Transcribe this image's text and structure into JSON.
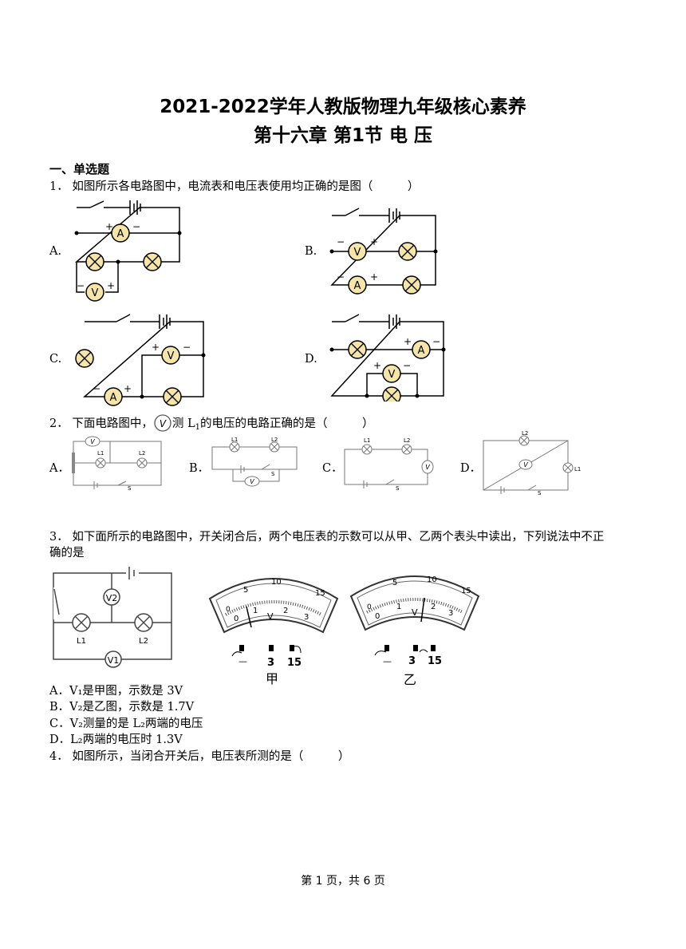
{
  "title_line1": "2021-2022学年人教版物理九年级核心素养",
  "title_line2": "第十六章 第1节 电 压",
  "section1": "一、单选题",
  "q1": {
    "stem": "1．  如图所示各电路图中，电流表和电压表使用均正确的是图（　　　）",
    "options": [
      "A.",
      "B.",
      "C.",
      "D."
    ]
  },
  "q2": {
    "stem_pre": "2．  下面电路图中，",
    "stem_post": "测 L",
    "stem_sub": "1",
    "stem_end": "的电压的电路正确的是（　　　）",
    "options": [
      "A．",
      "B．",
      "C．",
      "D．"
    ]
  },
  "q3": {
    "stem_line1": "3．  如下面所示的电路图中，开关闭合后，两个电压表的示数可以从甲、乙两个表头中读出，下列说法中不正",
    "stem_line2": "确的是",
    "meter1_label": "甲",
    "meter2_label": "乙",
    "choice_A": "A．V₁是甲图，示数是 3V",
    "choice_B": "B．V₂是乙图，示数是 1.7V",
    "choice_C": "C．V₂测量的是 L₂两端的电压",
    "choice_D": "D．L₂两端的电压时 1.3V"
  },
  "q4": {
    "stem": "4．  如图所示，当闭合开关后，电压表所测的是（　　　）"
  },
  "footer": "第 1 页，共 6 页"
}
